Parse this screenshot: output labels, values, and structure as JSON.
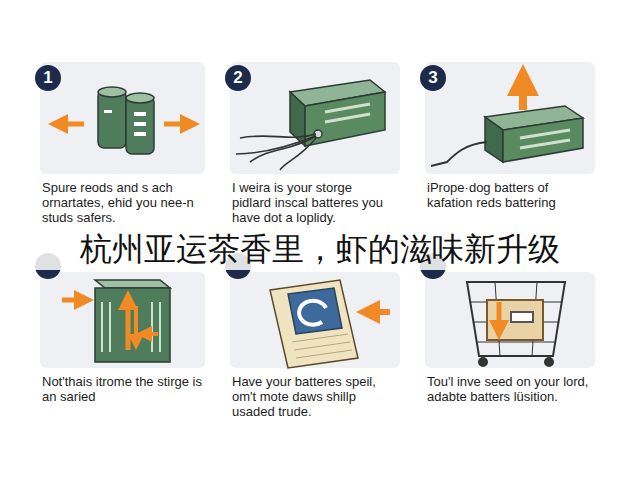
{
  "diagram": {
    "nodes": [
      {
        "text": [
          "1",
          "Spure reods and s ach ornartates, ehid you nee-n studs safers."
        ]
      },
      {
        "text": [
          "2",
          "I weira is your storge pidlard inscal batteres you have dot a loplidy."
        ]
      },
      {
        "text": [
          "3",
          "iPrope·dog batters of kafation reds battering"
        ]
      },
      {
        "text": [
          "Not'thais itrome the stirge is an saried"
        ]
      },
      {
        "text": [
          "Have your batteres speil, om't mote daws shillp usaded trude."
        ]
      },
      {
        "text": [
          "Tou'l inve seed on your lord, adabte batters lüsition."
        ]
      }
    ],
    "labels": [
      "杭州亚运茶香里，虾的滋味新升级"
    ]
  }
}
